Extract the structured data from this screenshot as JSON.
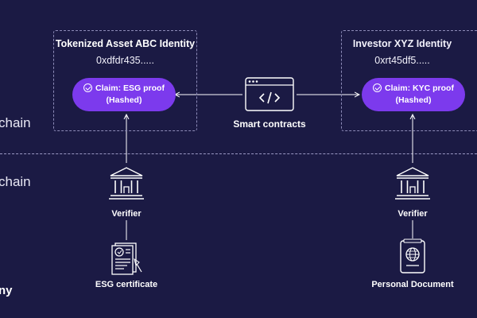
{
  "lanes": {
    "onchain_label": "chain",
    "offchain_label": "chain"
  },
  "brand": "ny",
  "left_identity": {
    "title": "Tokenized Asset ABC Identity",
    "address": "0xdfdr435.....",
    "claim_line1": "Claim: ESG  proof",
    "claim_line2": "(Hashed)"
  },
  "right_identity": {
    "title": "Investor XYZ Identity",
    "address": "0xrt45df5.....",
    "claim_line1": "Claim: KYC  proof",
    "claim_line2": "(Hashed)"
  },
  "smart_contracts": {
    "label": "Smart contracts",
    "icon": "code-window-icon"
  },
  "left_verifier": {
    "label": "Verifier",
    "icon": "bank-icon"
  },
  "right_verifier": {
    "label": "Verifier",
    "icon": "bank-icon"
  },
  "left_document": {
    "label": "ESG certificate",
    "icon": "certificate-icon"
  },
  "right_document": {
    "label": "Personal Document",
    "icon": "passport-icon"
  },
  "colors": {
    "background": "#1b1a44",
    "claim_pill": "#7c3aed",
    "dashed_border": "#8d8bb8",
    "text": "#ffffff"
  }
}
